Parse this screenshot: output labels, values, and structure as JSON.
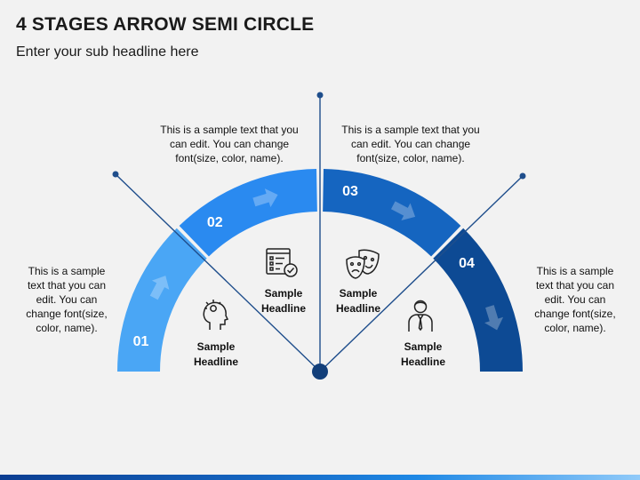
{
  "header": {
    "title": "4 STAGES ARROW SEMI CIRCLE",
    "subtitle": "Enter your sub headline here"
  },
  "stages": [
    {
      "number": "01",
      "color": "#4aa6f5",
      "icon": "idea-head-icon",
      "headline": "Sample\nHeadline",
      "text": "This is a sample\ntext that you can\nedit. You can\nchange font(size,\ncolor, name)."
    },
    {
      "number": "02",
      "color": "#2a8af0",
      "icon": "checklist-icon",
      "headline": "Sample\nHeadline",
      "text": "This is a sample text that you\ncan edit. You can change\nfont(size, color, name)."
    },
    {
      "number": "03",
      "color": "#1565c0",
      "icon": "theater-masks-icon",
      "headline": "Sample\nHeadline",
      "text": "This is a sample text that you\ncan edit. You can change\nfont(size, color, name)."
    },
    {
      "number": "04",
      "color": "#0d4a94",
      "icon": "businessman-icon",
      "headline": "Sample\nHeadline",
      "text": "This is a sample\ntext that you can\nedit. You can\nchange font(size,\ncolor, name)."
    }
  ],
  "colors": {
    "line": "#1f4e8c",
    "hub": "#123f7a"
  }
}
